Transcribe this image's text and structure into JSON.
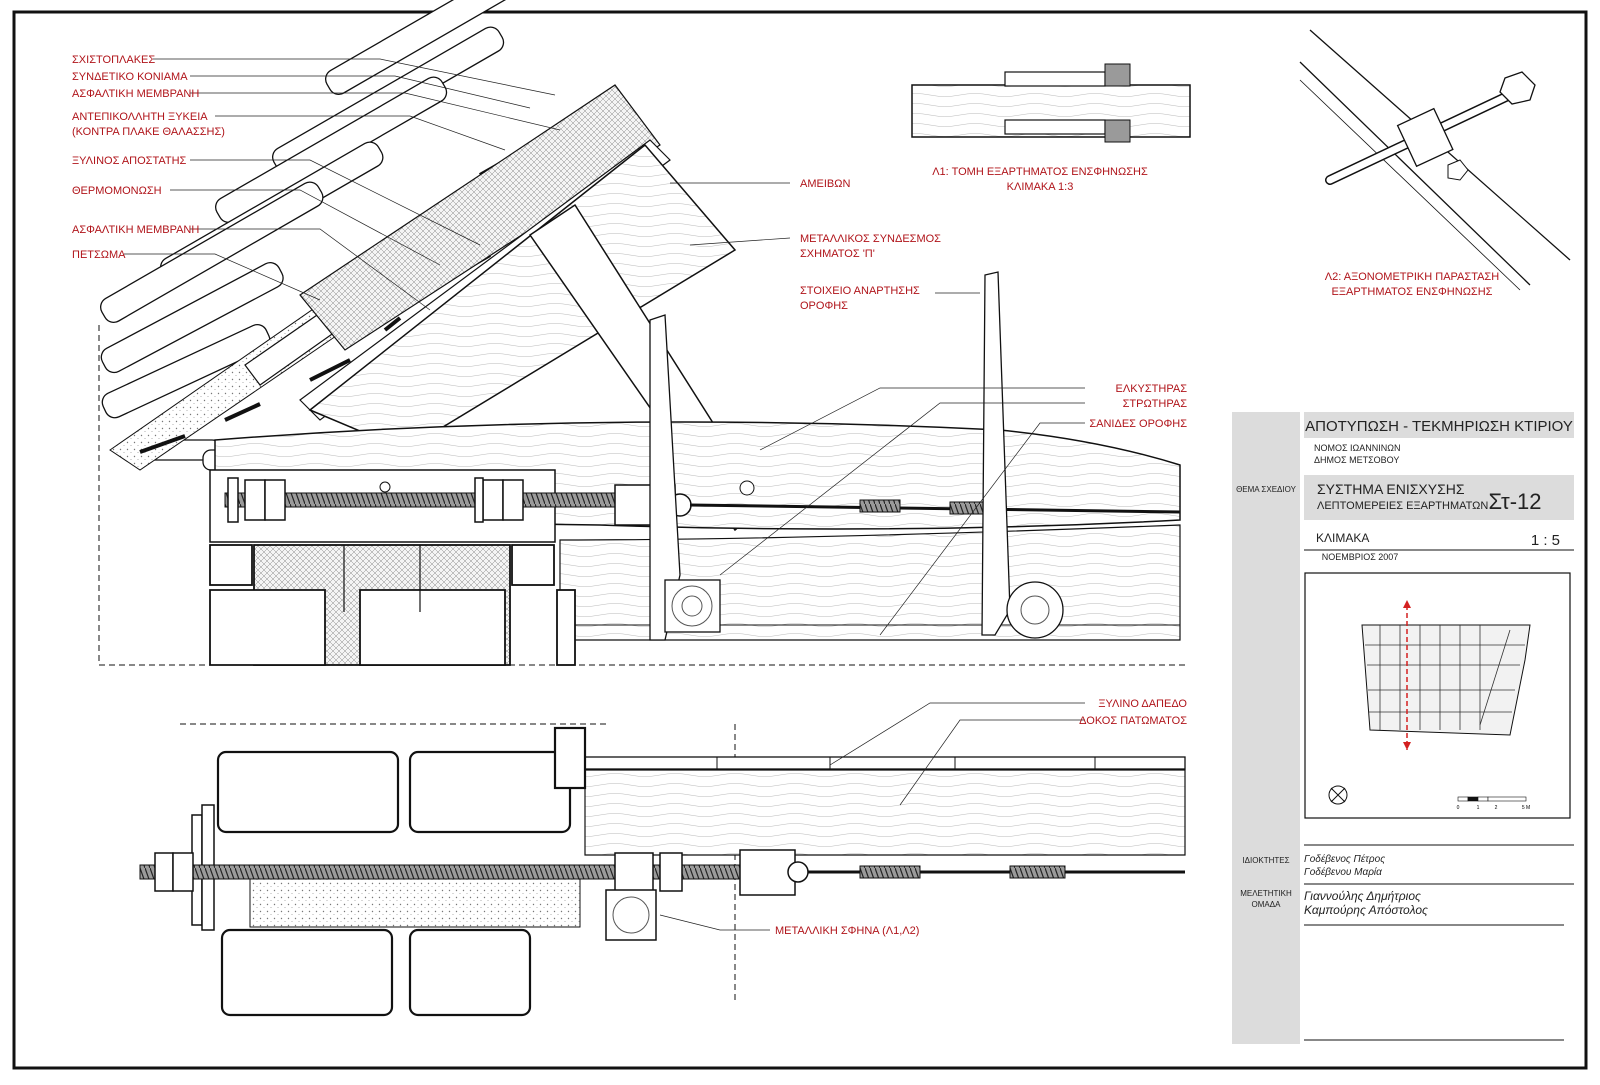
{
  "labels": {
    "schistoplakes": "ΣΧΙΣΤΟΠΛΑΚΕΣ",
    "syndetiko": "ΣΥΝΔΕΤΙΚΟ ΚΟΝΙΑΜΑ",
    "membrane1": "ΑΣΦΑΛΤΙΚΗ ΜΕΜΒΡΑΝΗ",
    "plywood1": "ΑΝΤΕΠΙΚΟΛΛΗΤΗ ΞΥΚΕΙΑ",
    "plywood2": "(ΚΟΝΤΡΑ ΠΛΑΚΕ ΘΑΛΑΣΣΗΣ)",
    "spacer": "ΞΥΛΙΝΟΣ ΑΠΟΣΤΑΤΗΣ",
    "insulation": "ΘΕΡΜΟΜΟΝΩΣΗ",
    "membrane2": "ΑΣΦΑΛΤΙΚΗ ΜΕΜΒΡΑΝΗ",
    "petsoma": "ΠΕΤΣΩΜΑ",
    "ameivon": "ΑΜΕΙΒΩΝ",
    "metal_p1": "ΜΕΤΑΛΛΙΚΟΣ ΣΥΝΔΕΣΜΟΣ",
    "metal_p2": "ΣΧΗΜΑΤΟΣ 'Π'",
    "anartisi1": "ΣΤΟΙΧΕΙΟ ΑΝΑΡΤΗΣΗΣ",
    "anartisi2": "ΟΡΟΦΗΣ",
    "elkystiras": "ΕΛΚΥΣΤΗΡΑΣ",
    "strotiras": "ΣΤΡΩΤΗΡΑΣ",
    "sanides": "ΣΑΝΙΔΕΣ ΟΡΟΦΗΣ",
    "xylino_dapedo": "ΞΥΛΙΝΟ ΔΑΠΕΔΟ",
    "dokos": "ΔΟΚΟΣ ΠΑΤΩΜΑΤΟΣ",
    "sfina": "ΜΕΤΑΛΛΙΚΗ ΣΦΗΝΑ (Λ1,Λ2)",
    "l1_line1": "Λ1: ΤΟΜΗ ΕΞΑΡΤΗΜΑΤΟΣ ΕΝΣΦΗΝΩΣΗΣ",
    "l1_line2": "ΚΛΙΜΑΚΑ  1:3",
    "l2_line1": "Λ2: ΑΞΟΝΟΜΕΤΡΙΚΗ ΠΑΡΑΣΤΑΣΗ",
    "l2_line2": "ΕΞΑΡΤΗΜΑΤΟΣ ΕΝΣΦΗΝΩΣΗΣ"
  },
  "title_block": {
    "project_title": "ΑΠΟΤΥΠΩΣΗ - ΤΕΚΜΗΡΙΩΣΗ ΚΤΙΡΙΟΥ",
    "location_line1": "ΝΟΜΟΣ ΙΩΑΝΝΙΝΩΝ",
    "location_line2": "ΔΗΜΟΣ ΜΕΤΣΟΒΟΥ",
    "subject_label": "ΘΕΜΑ ΣΧΕΔΙΟΥ",
    "subject_line1": "ΣΥΣΤΗΜΑ ΕΝΙΣΧΥΣΗΣ",
    "subject_line2": "ΛΕΠΤΟΜΕΡΕΙΕΣ ΕΞΑΡΤΗΜΑΤΩΝ",
    "sheet_code": "Στ-12",
    "scale_label": "ΚΛΙΜΑΚΑ",
    "scale_value": "1 : 5",
    "date": "ΝΟΕΜΒΡΙΟΣ 2007",
    "owners_label": "ΙΔΙΟΚΤΗΤΕΣ",
    "owner1": "Γοδέβενος Πέτρος",
    "owner2": "Γοδέβενου Μαρία",
    "team_label1": "ΜΕΛΕΤΗΤΙΚΗ",
    "team_label2": "ΟΜΑΔΑ",
    "designer1": "Γιαννούλης Δημήτριος",
    "designer2": "Καμπούρης Απόστολος",
    "scale_ticks": [
      "0",
      "1",
      "2",
      "5 M"
    ]
  },
  "colors": {
    "label_red": "#b0141a",
    "line_black": "#111111",
    "panel_grey": "#dcdcdc",
    "section_red": "#d42020"
  }
}
